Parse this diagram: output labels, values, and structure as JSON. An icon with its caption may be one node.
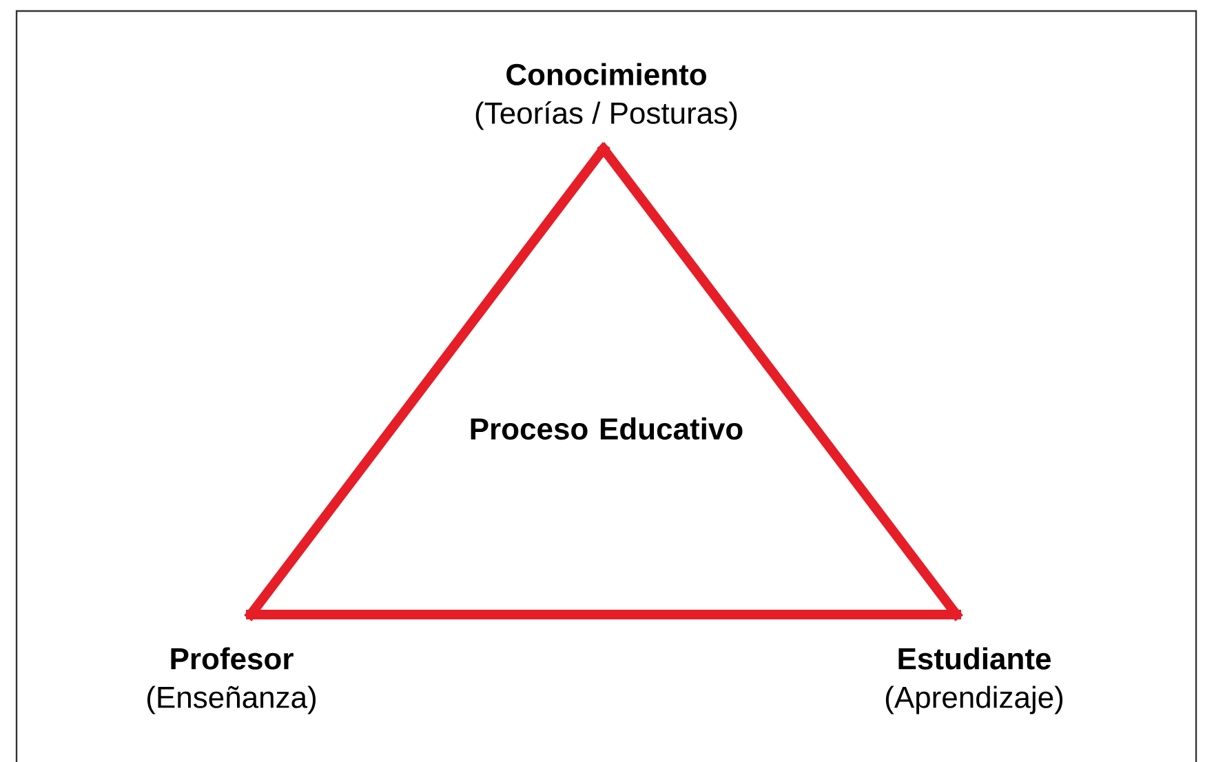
{
  "diagram": {
    "nodes": [
      {
        "text": [
          "Conocimiento",
          "(Teorías / Posturas)"
        ]
      },
      {
        "text": [
          "Profesor",
          "(Enseñanza)"
        ]
      },
      {
        "text": [
          "Estudiante",
          "(Aprendizaje)"
        ]
      }
    ],
    "edges": [
      {
        "from": 0,
        "to": 1,
        "arrow": "none"
      },
      {
        "from": 1,
        "to": 2,
        "arrow": "none"
      },
      {
        "from": 2,
        "to": 0,
        "arrow": "none"
      }
    ],
    "labels": [
      "Proceso Educativo"
    ]
  }
}
